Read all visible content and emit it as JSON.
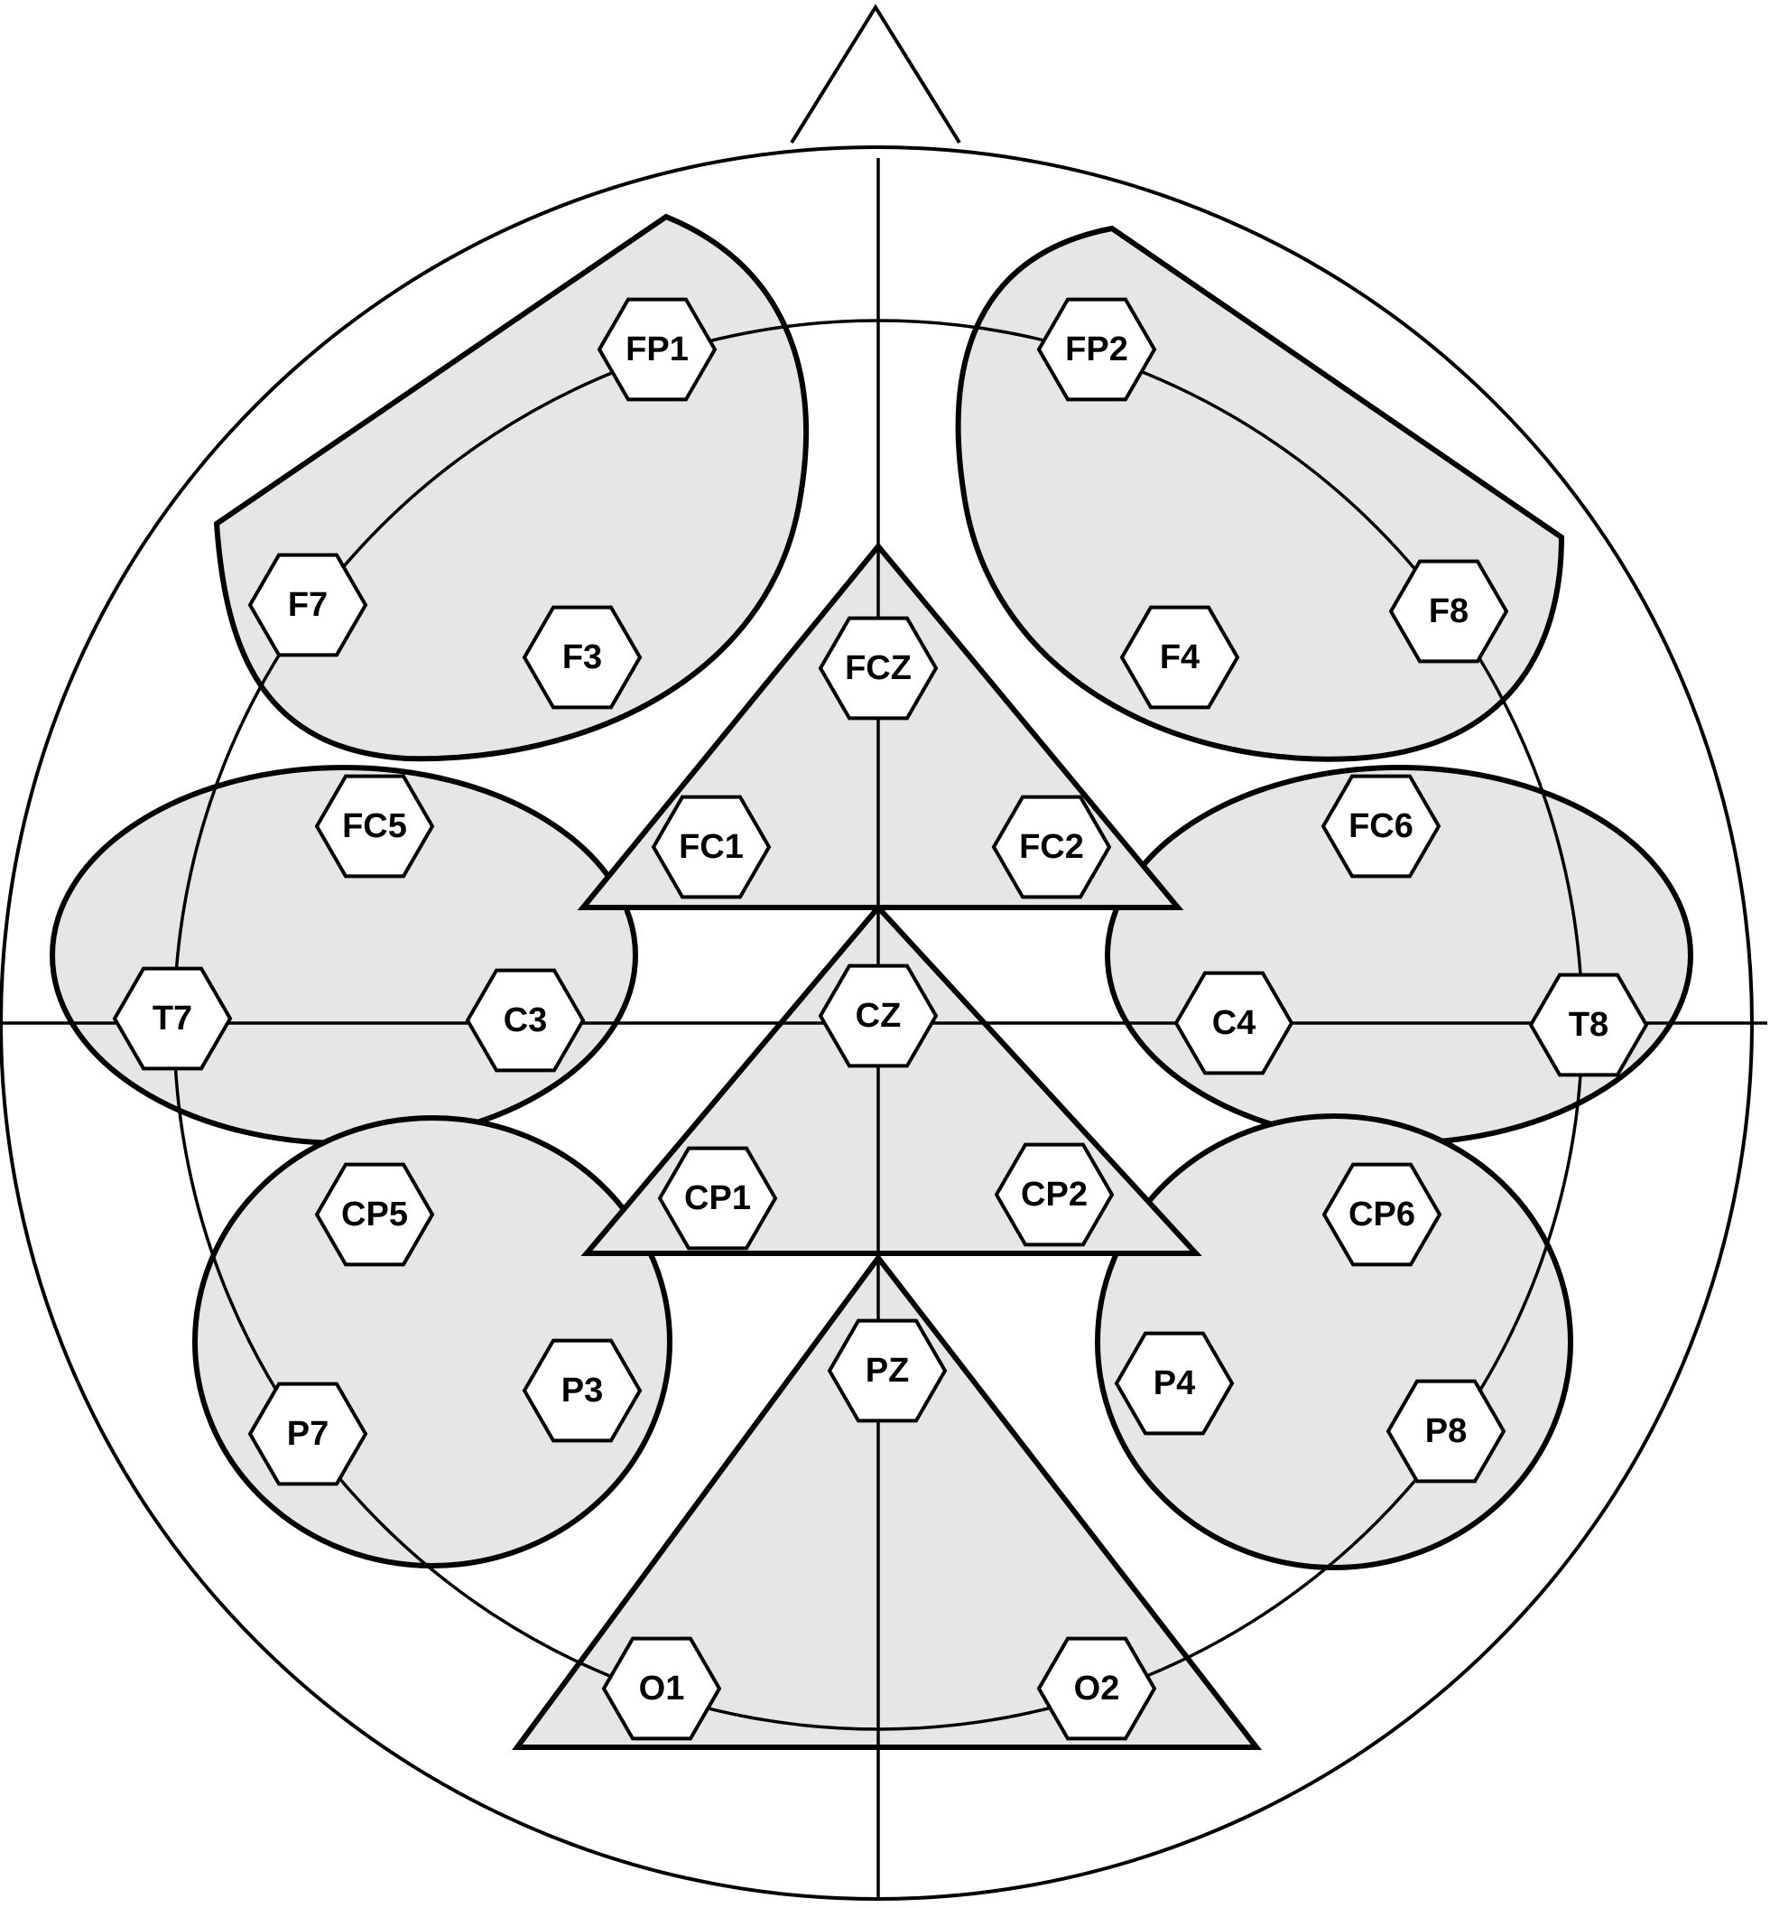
{
  "colors": {
    "line": "#000000",
    "region_fill": "#e6e6e6",
    "electrode_fill": "#ffffff",
    "background": "#ffffff"
  },
  "electrodes": [
    {
      "id": "FP1",
      "label": "FP1"
    },
    {
      "id": "FP2",
      "label": "FP2"
    },
    {
      "id": "F7",
      "label": "F7"
    },
    {
      "id": "F3",
      "label": "F3"
    },
    {
      "id": "FCZ",
      "label": "FCZ"
    },
    {
      "id": "F4",
      "label": "F4"
    },
    {
      "id": "F8",
      "label": "F8"
    },
    {
      "id": "FC5",
      "label": "FC5"
    },
    {
      "id": "FC1",
      "label": "FC1"
    },
    {
      "id": "FC2",
      "label": "FC2"
    },
    {
      "id": "FC6",
      "label": "FC6"
    },
    {
      "id": "T7",
      "label": "T7"
    },
    {
      "id": "C3",
      "label": "C3"
    },
    {
      "id": "CZ",
      "label": "CZ"
    },
    {
      "id": "C4",
      "label": "C4"
    },
    {
      "id": "T8",
      "label": "T8"
    },
    {
      "id": "CP5",
      "label": "CP5"
    },
    {
      "id": "CP1",
      "label": "CP1"
    },
    {
      "id": "CP2",
      "label": "CP2"
    },
    {
      "id": "CP6",
      "label": "CP6"
    },
    {
      "id": "P7",
      "label": "P7"
    },
    {
      "id": "P3",
      "label": "P3"
    },
    {
      "id": "PZ",
      "label": "PZ"
    },
    {
      "id": "P4",
      "label": "P4"
    },
    {
      "id": "P8",
      "label": "P8"
    },
    {
      "id": "O1",
      "label": "O1"
    },
    {
      "id": "O2",
      "label": "O2"
    }
  ],
  "regions": [
    {
      "id": "left-frontal",
      "electrodes": [
        "FP1",
        "F7",
        "F3"
      ]
    },
    {
      "id": "right-frontal",
      "electrodes": [
        "FP2",
        "F8",
        "F4"
      ]
    },
    {
      "id": "frontocentral",
      "electrodes": [
        "FCZ",
        "FC1",
        "FC2"
      ]
    },
    {
      "id": "left-temporal",
      "electrodes": [
        "FC5",
        "T7",
        "C3"
      ]
    },
    {
      "id": "right-temporal",
      "electrodes": [
        "FC6",
        "C4",
        "T8"
      ]
    },
    {
      "id": "central",
      "electrodes": [
        "CZ",
        "CP1",
        "CP2"
      ]
    },
    {
      "id": "left-parietal",
      "electrodes": [
        "CP5",
        "P7",
        "P3"
      ]
    },
    {
      "id": "right-parietal",
      "electrodes": [
        "CP6",
        "P4",
        "P8"
      ]
    },
    {
      "id": "parieto-occipital",
      "electrodes": [
        "PZ",
        "O1",
        "O2"
      ]
    }
  ]
}
